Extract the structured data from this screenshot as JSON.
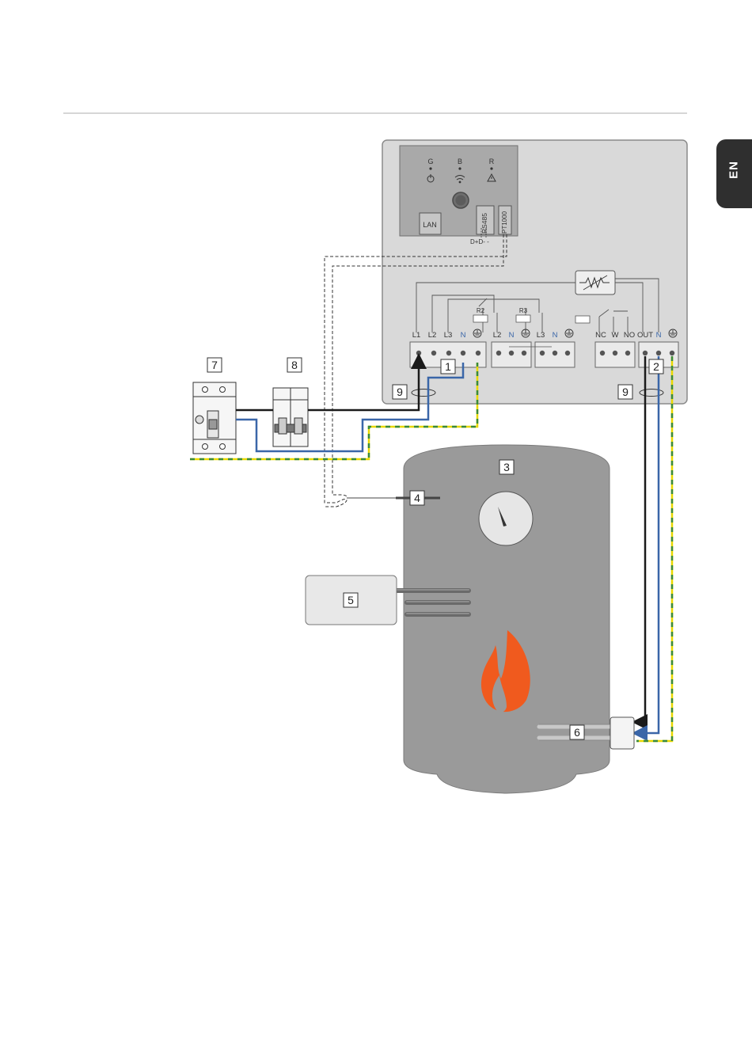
{
  "lang_tab": "EN",
  "device": {
    "led_labels": [
      "G",
      "B",
      "R"
    ],
    "port_lan": "LAN",
    "port_rs485": "RS485",
    "port_pt1000": "PT1000",
    "rs485_pins": "D+D- -",
    "terminal_labels_in": [
      "L1",
      "L2",
      "L3",
      "N"
    ],
    "relay_labels": [
      "R2",
      "R3"
    ],
    "terminal_labels_relay2": [
      "L2",
      "N"
    ],
    "terminal_labels_relay3": [
      "L3",
      "N"
    ],
    "terminal_labels_contact": [
      "NC",
      "W",
      "NO"
    ],
    "terminal_labels_out": [
      "OUT",
      "N"
    ]
  },
  "callouts": {
    "c1": "1",
    "c2": "2",
    "c3": "3",
    "c4": "4",
    "c5": "5",
    "c6": "6",
    "c7": "7",
    "c8": "8",
    "c9a": "9",
    "c9b": "9"
  },
  "colors": {
    "phase_wire": "#1a1a1a",
    "neutral_wire": "#3a66a8",
    "earth_green": "#3a8a3a",
    "earth_yellow": "#e8d800",
    "flame": "#f05a1e",
    "tank": "#9a9a9a",
    "device_body": "#d9d9d9"
  }
}
